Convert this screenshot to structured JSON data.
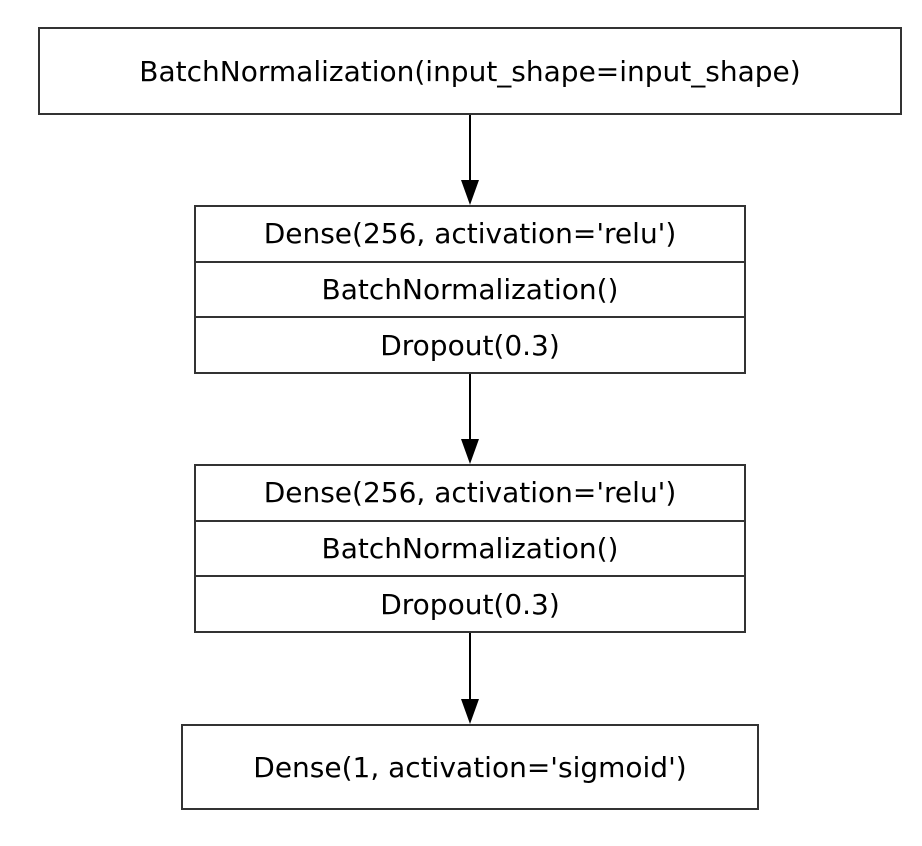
{
  "nodes": [
    {
      "id": "input",
      "layers": [
        "BatchNormalization(input_shape=input_shape)"
      ]
    },
    {
      "id": "block1",
      "layers": [
        "Dense(256, activation='relu')",
        "BatchNormalization()",
        "Dropout(0.3)"
      ]
    },
    {
      "id": "block2",
      "layers": [
        "Dense(256, activation='relu')",
        "BatchNormalization()",
        "Dropout(0.3)"
      ]
    },
    {
      "id": "output",
      "layers": [
        "Dense(1, activation='sigmoid')"
      ]
    }
  ],
  "edges": [
    {
      "from": "input",
      "to": "block1"
    },
    {
      "from": "block1",
      "to": "block2"
    },
    {
      "from": "block2",
      "to": "output"
    }
  ],
  "colors": {
    "border": "#333333",
    "arrow": "#000000",
    "background": "#ffffff"
  }
}
